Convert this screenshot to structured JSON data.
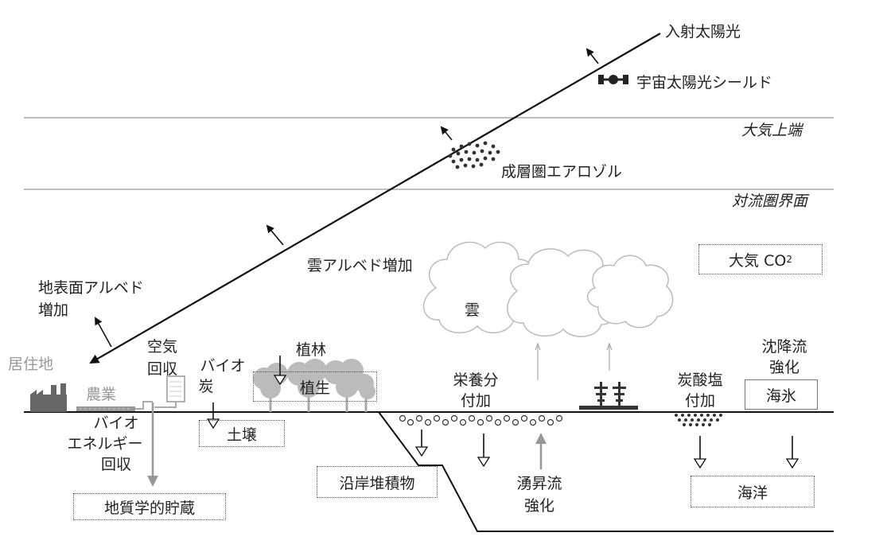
{
  "layers": {
    "top_of_atmosphere": "大気上端",
    "tropopause": "対流圏界面"
  },
  "labels": {
    "incoming_sunlight": "入射太陽光",
    "space_shield": "宇宙太陽光シールド",
    "stratospheric_aerosol": "成層圏エアロゾル",
    "cloud_albedo": "雲アルベド増加",
    "surface_albedo_line1": "地表面アルベド",
    "surface_albedo_line2": "増加",
    "settlement": "居住地",
    "agriculture": "農業",
    "air_capture_line1": "空気",
    "air_capture_line2": "回収",
    "biochar_line1": "バイオ",
    "biochar_line2": "炭",
    "afforestation": "植林",
    "bioenergy_line1": "バイオ",
    "bioenergy_line2": "エネルギー",
    "bioenergy_line3": "回収",
    "nutrient_line1": "栄養分",
    "nutrient_line2": "付加",
    "carbonate_line1": "炭酸塩",
    "carbonate_line2": "付加",
    "downwelling_line1": "沈降流",
    "downwelling_line2": "強化",
    "upwelling_line1": "湧昇流",
    "upwelling_line2": "強化",
    "cloud": "雲"
  },
  "boxes": {
    "atmos_co2_main": "大気 CO",
    "atmos_co2_sub": "2",
    "vegetation": "植生",
    "soil": "土壌",
    "sea_ice": "海氷",
    "coastal_sediment": "沿岸堆積物",
    "geological_storage": "地質学的貯蔵",
    "ocean": "海洋"
  }
}
